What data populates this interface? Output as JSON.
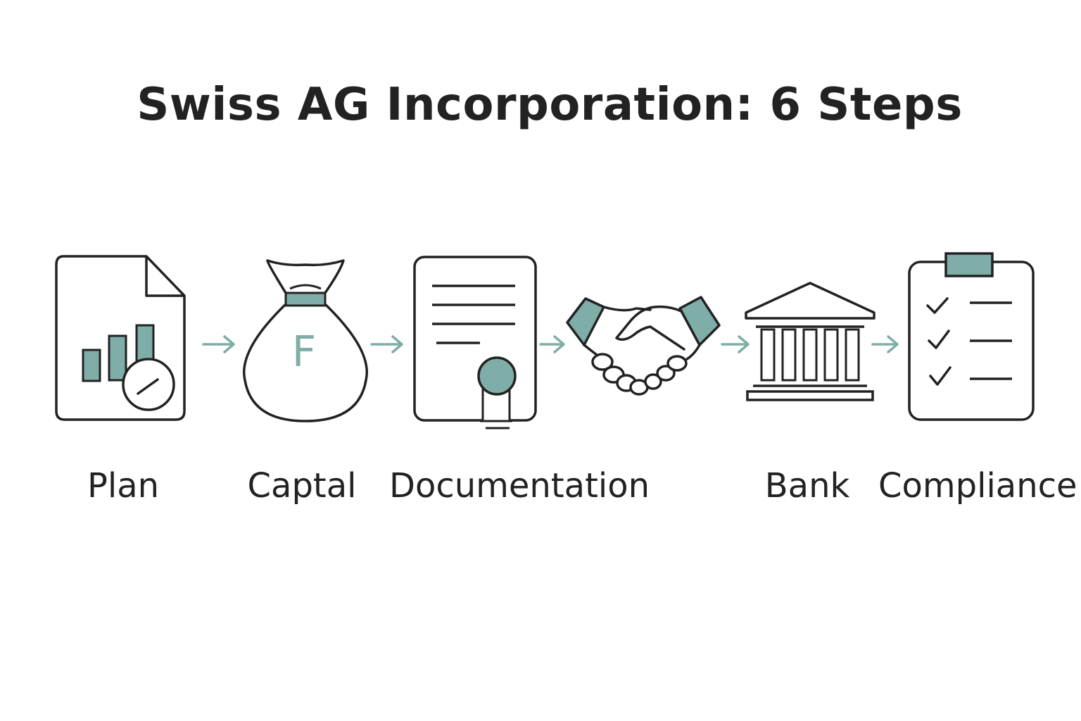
{
  "title": "Swiss AG Incorporation: 6 Steps",
  "colors": {
    "ink": "#222222",
    "accent": "#7fada8",
    "background": "#ffffff"
  },
  "steps": [
    {
      "icon": "business-plan-document-icon",
      "label": "Plan"
    },
    {
      "icon": "money-bag-icon",
      "label": "Captal",
      "glyph": "F"
    },
    {
      "icon": "certificate-document-icon",
      "label": "Documentation"
    },
    {
      "icon": "handshake-icon",
      "label": ""
    },
    {
      "icon": "bank-building-icon",
      "label": "Bank"
    },
    {
      "icon": "checklist-clipboard-icon",
      "label": "Compliance"
    }
  ],
  "connectors": {
    "icon": "arrow-right-icon",
    "count": 5
  }
}
